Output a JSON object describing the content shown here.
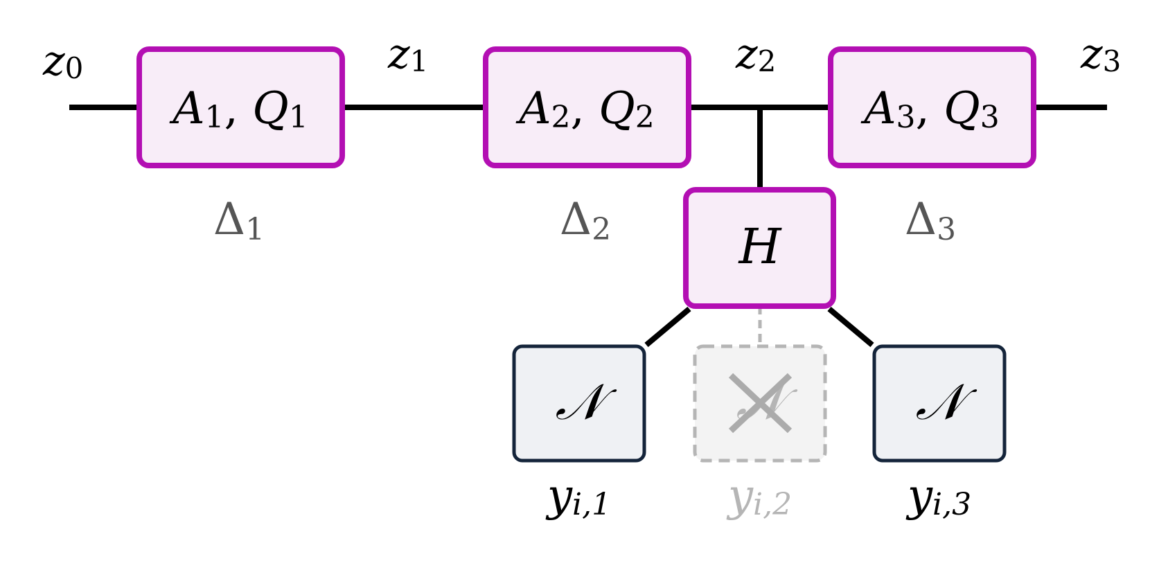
{
  "states": [
    {
      "var": "z",
      "sub": "0"
    },
    {
      "var": "z",
      "sub": "1"
    },
    {
      "var": "z",
      "sub": "2"
    },
    {
      "var": "z",
      "sub": "3"
    }
  ],
  "transitions": [
    {
      "a": "A",
      "a_sub": "1",
      "q": "Q",
      "q_sub": "1",
      "delta": "Δ",
      "delta_sub": "1"
    },
    {
      "a": "A",
      "a_sub": "2",
      "q": "Q",
      "q_sub": "2",
      "delta": "Δ",
      "delta_sub": "2"
    },
    {
      "a": "A",
      "a_sub": "3",
      "q": "Q",
      "q_sub": "3",
      "delta": "Δ",
      "delta_sub": "3"
    }
  ],
  "observation_operator": {
    "label": "H"
  },
  "observations": [
    {
      "dist": "𝒩",
      "y": "y",
      "y_sub": "i,1",
      "missing": false
    },
    {
      "dist": "𝒩",
      "y": "y",
      "y_sub": "i,2",
      "missing": true
    },
    {
      "dist": "𝒩",
      "y": "y",
      "y_sub": "i,3",
      "missing": false
    }
  ],
  "colors": {
    "transition_stroke": "#b30fb3",
    "transition_fill": "#f8edf8",
    "obs_stroke": "#14243a",
    "obs_fill": "#eff1f4",
    "missing_stroke": "#b5b5b5",
    "missing_fill": "#f3f3f3",
    "missing_text": "#b5b5b5",
    "delta_text": "#555555",
    "line": "#000000"
  }
}
